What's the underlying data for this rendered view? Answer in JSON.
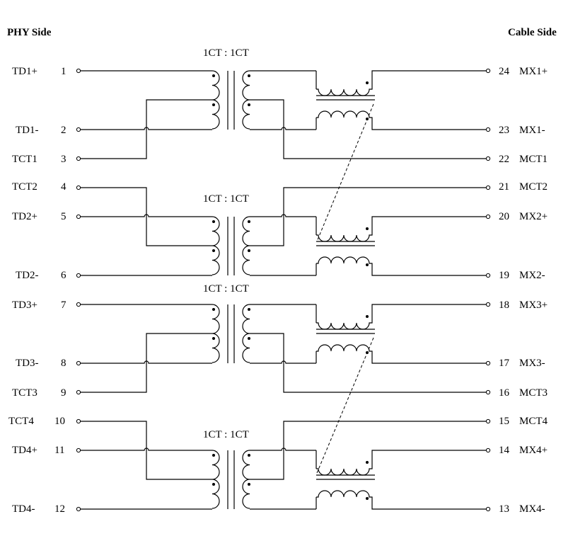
{
  "headers": {
    "left": "PHY Side",
    "right": "Cable Side"
  },
  "ratio_labels": [
    "1CT : 1CT",
    "1CT : 1CT",
    "1CT : 1CT",
    "1CT : 1CT"
  ],
  "left_pins": [
    {
      "name": "TD1+",
      "num": "1"
    },
    {
      "name": "TD1-",
      "num": "2"
    },
    {
      "name": "TCT1",
      "num": "3"
    },
    {
      "name": "TCT2",
      "num": "4"
    },
    {
      "name": "TD2+",
      "num": "5"
    },
    {
      "name": "TD2-",
      "num": "6"
    },
    {
      "name": "TD3+",
      "num": "7"
    },
    {
      "name": "TD3-",
      "num": "8"
    },
    {
      "name": "TCT3",
      "num": "9"
    },
    {
      "name": "TCT4",
      "num": "10"
    },
    {
      "name": "TD4+",
      "num": "11"
    },
    {
      "name": "TD4-",
      "num": "12"
    }
  ],
  "right_pins": [
    {
      "num": "24",
      "name": "MX1+"
    },
    {
      "num": "23",
      "name": "MX1-"
    },
    {
      "num": "22",
      "name": "MCT1"
    },
    {
      "num": "21",
      "name": "MCT2"
    },
    {
      "num": "20",
      "name": "MX2+"
    },
    {
      "num": "19",
      "name": "MX2-"
    },
    {
      "num": "18",
      "name": "MX3+"
    },
    {
      "num": "17",
      "name": "MX3-"
    },
    {
      "num": "16",
      "name": "MCT3"
    },
    {
      "num": "15",
      "name": "MCT4"
    },
    {
      "num": "14",
      "name": "MX4+"
    },
    {
      "num": "13",
      "name": "MX4-"
    }
  ]
}
